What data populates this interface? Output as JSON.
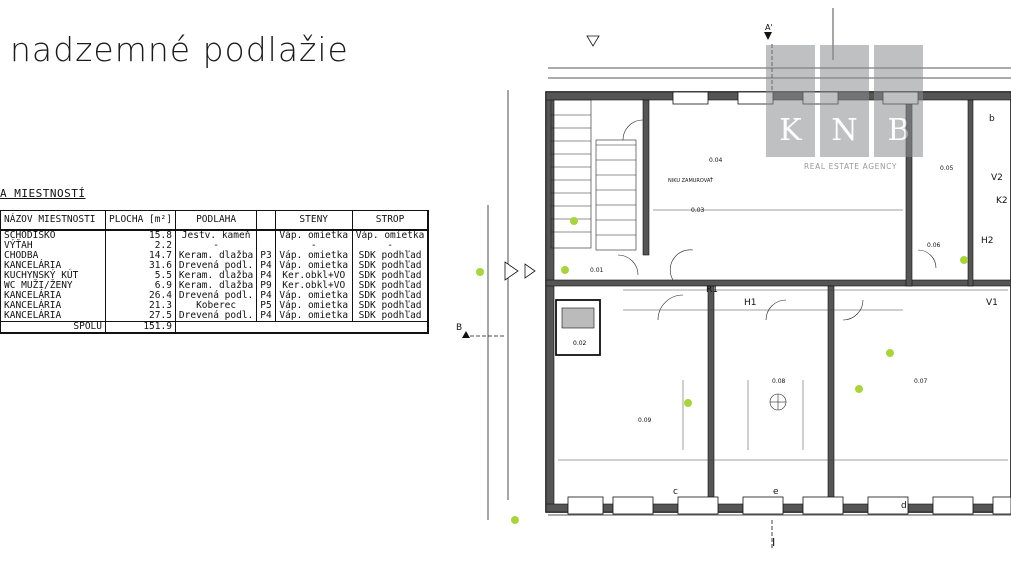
{
  "page": {
    "title": "nadzemné podlažie"
  },
  "legend": {
    "title": "A MIESTNOSTÍ",
    "headers": [
      "NÁZOV MIESTNOSTI",
      "PLOCHA [m²]",
      "PODLAHA",
      "",
      "STENY",
      "STROP"
    ],
    "rows": [
      {
        "name": "SCHODISKO",
        "area": "15.8",
        "floor": "Jestv. kameň",
        "code": "",
        "walls": "Váp. omietka",
        "ceiling": "Váp. omietka"
      },
      {
        "name": "VÝŤAH",
        "area": "2.2",
        "floor": "-",
        "code": "",
        "walls": "-",
        "ceiling": "-"
      },
      {
        "name": "CHODBA",
        "area": "14.7",
        "floor": "Keram. dlažba",
        "code": "P3",
        "walls": "Váp. omietka",
        "ceiling": "SDK podhľad"
      },
      {
        "name": "KANCELÁRIA",
        "area": "31.6",
        "floor": "Drevená podl.",
        "code": "P4",
        "walls": "Váp. omietka",
        "ceiling": "SDK podhľad"
      },
      {
        "name": "KUCHYNSKÝ KÚT",
        "area": "5.5",
        "floor": "Keram. dlažba",
        "code": "P4",
        "walls": "Ker.obkl+VO",
        "ceiling": "SDK podhľad"
      },
      {
        "name": "WC MUŽI/ŽENY",
        "area": "6.9",
        "floor": "Keram. dlažba",
        "code": "P9",
        "walls": "Ker.obkl+VO",
        "ceiling": "SDK podhľad"
      },
      {
        "name": "KANCELÁRIA",
        "area": "26.4",
        "floor": "Drevená podl.",
        "code": "P4",
        "walls": "Váp. omietka",
        "ceiling": "SDK podhľad"
      },
      {
        "name": "KANCELÁRIA",
        "area": "21.3",
        "floor": "Koberec",
        "code": "P5",
        "walls": "Váp. omietka",
        "ceiling": "SDK podhľad"
      },
      {
        "name": "KANCELÁRIA",
        "area": "27.5",
        "floor": "Drevená podl.",
        "code": "P4",
        "walls": "Váp. omietka",
        "ceiling": "SDK podhľad"
      }
    ],
    "total": {
      "label": "SPOLU",
      "area": "151.9"
    }
  },
  "logo": {
    "letters": [
      "K",
      "N",
      "B"
    ],
    "tagline": "REAL ESTATE AGENCY"
  },
  "plan": {
    "room_numbers": [
      "0.01",
      "0.02",
      "0.03",
      "0.04",
      "0.05",
      "0.06",
      "0.07",
      "0.08",
      "0.09"
    ],
    "section_labels": [
      "A'",
      "B",
      "I"
    ],
    "markers": [
      "R1",
      "H1",
      "H2",
      "K2",
      "V1",
      "V2",
      "b",
      "c",
      "d",
      "e"
    ],
    "note": "NIKU ZAMUROVAŤ"
  }
}
